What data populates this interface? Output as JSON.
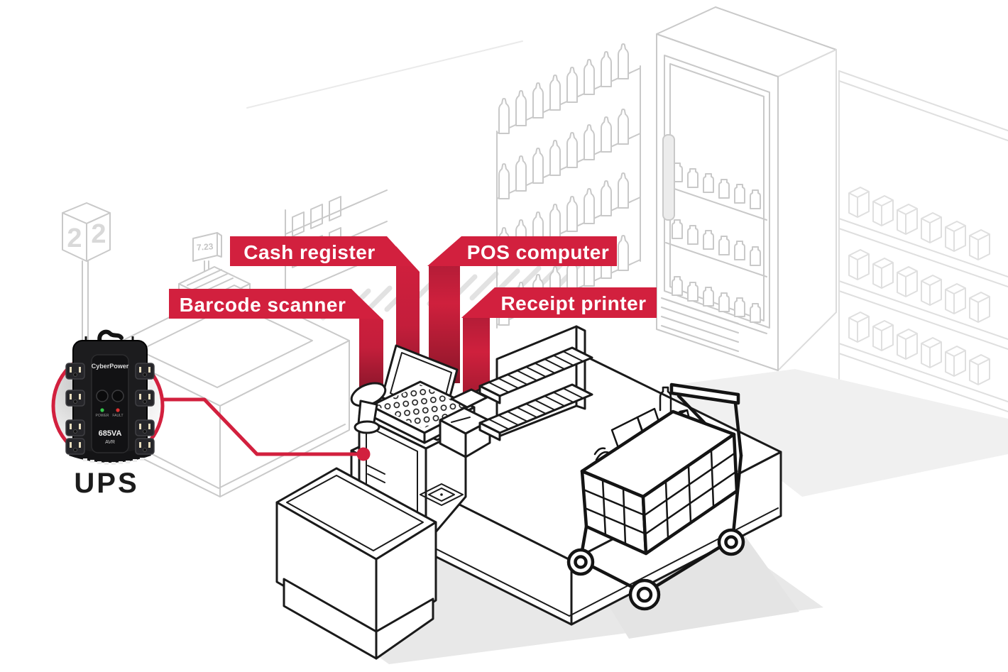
{
  "meta": {
    "title": "Retail checkout UPS protection diagram"
  },
  "colors": {
    "banner_red": "#d2203e",
    "fold_red": "#a11a33",
    "ribbon_dark": "#7e1527",
    "outline": "#1a1a1a",
    "line_gray": "#c9c9c9",
    "shadow_gray": "#e8e8e8",
    "led_green": "#35c84b",
    "led_red": "#e03131",
    "device_black": "#1c1c1e"
  },
  "callouts": {
    "cash_register": "Cash register",
    "pos_computer": "POS computer",
    "barcode_scanner": "Barcode scanner",
    "receipt_printer": "Receipt printer",
    "ups": "UPS"
  },
  "ups_device": {
    "brand": "CyberPower",
    "capacity": "685VA",
    "feature": "AVR",
    "power_led": "POWER",
    "fault_led": "FAULT"
  },
  "background": {
    "lane_sign_left_digit": "2",
    "lane_sign_right_digit": "2",
    "price_display": "7.23"
  }
}
